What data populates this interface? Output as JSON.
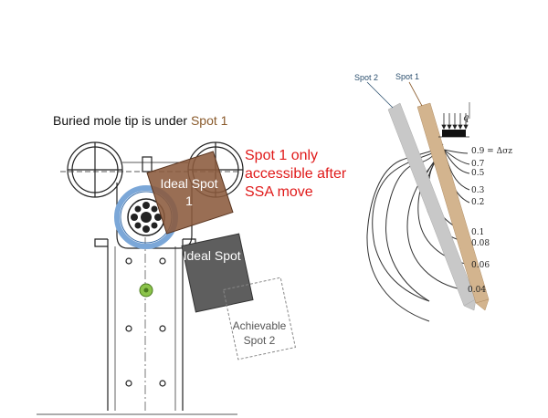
{
  "caption": {
    "prefix": "Buried mole tip is under ",
    "accent": "Spot 1"
  },
  "note": {
    "text": "Spot 1 only accessible after SSA move",
    "color": "#e01a1a"
  },
  "labels": {
    "ideal_spot_1": "Ideal Spot 1",
    "ideal_spot_2": "Ideal Spot 2",
    "achievable_spot_2": "Achievable Spot 2"
  },
  "stress_diagram": {
    "spot_2_tag": "Spot 2",
    "spot_1_tag": "Spot 1",
    "load_label": "q",
    "isobar_labels": [
      "0.9 = Δσz",
      "0.7",
      "0.5",
      "0.3",
      "0.2",
      "0.1",
      "0.08",
      "0.06",
      "0.04"
    ]
  },
  "colors": {
    "ideal_spot_1_fill": "#8b5a3c",
    "ideal_spot_2_fill": "#5e5e5e",
    "spot_1_probe": "#d3b48e",
    "spot_2_probe": "#c8c8c8",
    "caption_accent": "#8a5a2b",
    "arm_ring": "#7ba7d8"
  }
}
